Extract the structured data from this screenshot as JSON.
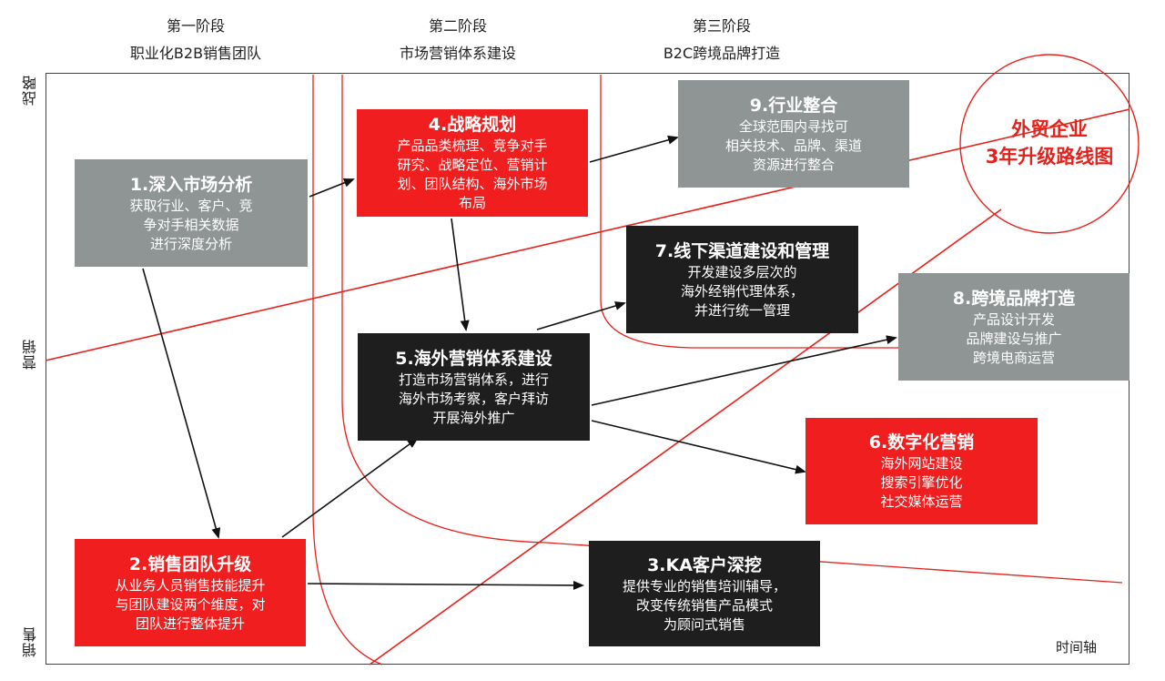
{
  "phases": [
    {
      "name": "第一阶段",
      "subtitle": "职业化B2B销售团队"
    },
    {
      "name": "第二阶段",
      "subtitle": "市场营销体系建设"
    },
    {
      "name": "第三阶段",
      "subtitle": "B2C跨境品牌打造"
    }
  ],
  "y_axis": {
    "top": "战略",
    "middle": "营销",
    "bottom": "销售"
  },
  "x_axis": "时间轴",
  "circle_title": {
    "line1": "外贸企业",
    "line2": "3年升级路线图"
  },
  "boxes": {
    "b1": {
      "title": "1.深入市场分析",
      "lines": [
        "获取行业、客户、竞",
        "争对手相关数据",
        "进行深度分析"
      ]
    },
    "b2": {
      "title": "2.销售团队升级",
      "lines": [
        "从业务人员销售技能提升",
        "与团队建设两个维度，对",
        "团队进行整体提升"
      ]
    },
    "b3": {
      "title": "3.KA客户深挖",
      "lines": [
        "提供专业的销售培训辅导，",
        "改变传统销售产品模式",
        "为顾问式销售"
      ]
    },
    "b4": {
      "title": "4.战略规划",
      "lines": [
        "产品品类梳理、竞争对手",
        "研究、战略定位、营销计",
        "划、团队结构、海外市场",
        "布局"
      ]
    },
    "b5": {
      "title": "5.海外营销体系建设",
      "lines": [
        "打造市场营销体系，进行",
        "海外市场考察，客户拜访",
        "开展海外推广"
      ]
    },
    "b6": {
      "title": "6.数字化营销",
      "lines": [
        "海外网站建设",
        "搜索引擎优化",
        "社交媒体运营"
      ]
    },
    "b7": {
      "title": "7.线下渠道建设和管理",
      "lines": [
        "开发建设多层次的",
        "海外经销代理体系，",
        "并进行统一管理"
      ]
    },
    "b8": {
      "title": "8.跨境品牌打造",
      "lines": [
        "产品设计开发",
        "品牌建设与推广",
        "跨境电商运营"
      ]
    },
    "b9": {
      "title": "9.行业整合",
      "lines": [
        "全球范围内寻找可",
        "相关技术、品牌、渠道",
        "资源进行整合"
      ]
    }
  },
  "colors": {
    "red": "#f01e1e",
    "gray": "#8f9595",
    "black": "#1e1e1e",
    "accent_line": "#e8201a"
  }
}
